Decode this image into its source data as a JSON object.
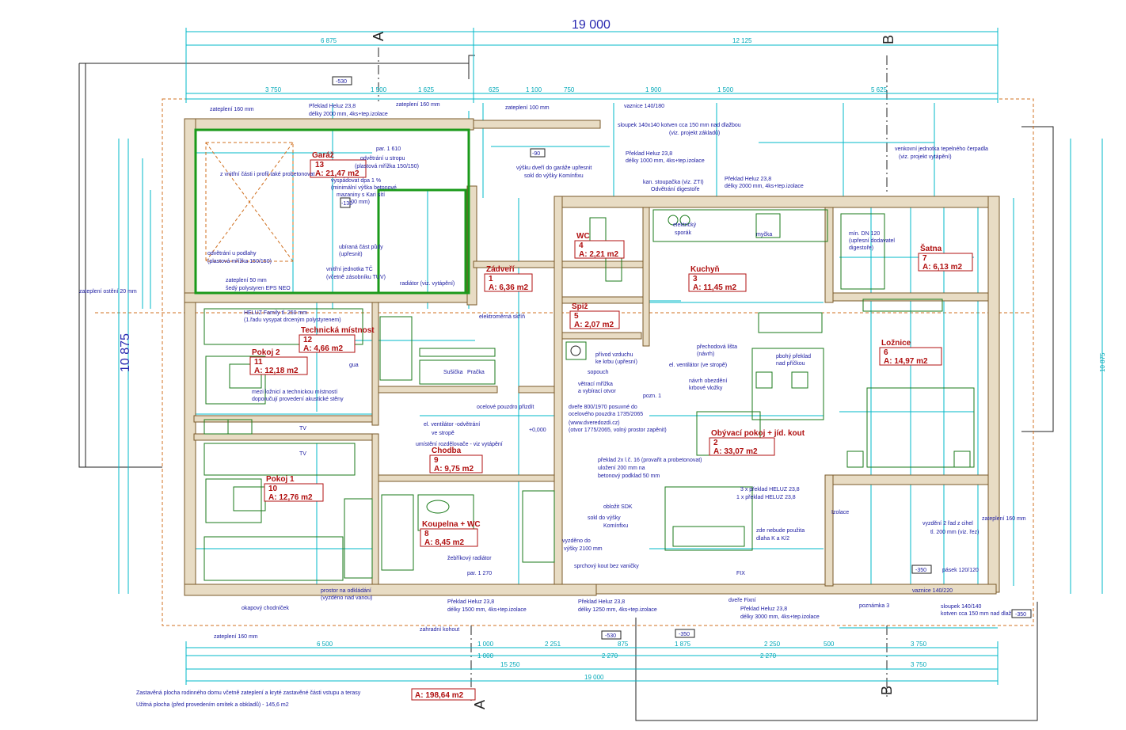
{
  "dims": {
    "total_width_top": "19 000",
    "total_height_left": "10 875",
    "top_segments": [
      "6 875",
      "12 125"
    ],
    "top_row2": [
      "3 750",
      "1 500",
      "1 625",
      "625",
      "1 100",
      "750",
      "1 900",
      "1 500",
      "5 625"
    ],
    "bottom_row1": [
      "6 500",
      "1 000",
      "2 251",
      "875",
      "1 875",
      "2 250",
      "500",
      "3 750"
    ],
    "bottom_row2": [
      "1 000",
      "2 270",
      "2 270"
    ],
    "bottom_row3": [
      "15 250",
      "3 750"
    ],
    "bottom_total": "19 000",
    "right_total": "10 875"
  },
  "section_marks": {
    "a_top": "A",
    "b_top": "B",
    "a_bottom": "A",
    "b_bottom": "B"
  },
  "rooms": [
    {
      "name": "Garáž",
      "num": "13",
      "area": "A: 21,47 m2"
    },
    {
      "name": "Zádveří",
      "num": "1",
      "area": "A: 6,36 m2"
    },
    {
      "name": "WC",
      "num": "4",
      "area": "A: 2,21 m2"
    },
    {
      "name": "Kuchyň",
      "num": "3",
      "area": "A: 11,45 m2"
    },
    {
      "name": "Šatna",
      "num": "7",
      "area": "A: 6,13 m2"
    },
    {
      "name": "Technická místnost",
      "num": "12",
      "area": "A: 4,66 m2"
    },
    {
      "name": "Spíž",
      "num": "5",
      "area": "A: 2,07 m2"
    },
    {
      "name": "Pokoj 2",
      "num": "11",
      "area": "A: 12,18 m2"
    },
    {
      "name": "Ložnice",
      "num": "6",
      "area": "A: 14,97 m2"
    },
    {
      "name": "Obývací pokoj + jíd. kout",
      "num": "2",
      "area": "A: 33,07 m2"
    },
    {
      "name": "Chodba",
      "num": "9",
      "area": "A: 9,75 m2"
    },
    {
      "name": "Pokoj 1",
      "num": "10",
      "area": "A: 12,76 m2"
    },
    {
      "name": "Koupelna + WC",
      "num": "8",
      "area": "A: 8,45 m2"
    }
  ],
  "notes": {
    "n1": "zateplení 160 mm",
    "n2": "Překlad Heluz 23,8",
    "n3": "délky 2000 mm, 4ks+tep.izolace",
    "n4": "zateplení 160 mm",
    "n5": "zateplení 100 mm",
    "n6": "vaznice 140/180",
    "n7": "sloupek 140x140  kotven cca 150 mm nad dlažbou",
    "n8": "(viz. projekt základů)",
    "n9": "venkovní jednotka tepelného čerpadla",
    "n10": "(viz. projekt vytápění)",
    "n11": "odvětrání u stropu",
    "n12": "(plastová mřížka 150/150)",
    "n13": "vyspádovat dpa 1 %",
    "n14": "(minimální výška betonové",
    "n15": "mazaniny s Kari sítí",
    "n16": "je 100 mm)",
    "n17": "z vnitřní části i profil také probetonovat",
    "n18": "odvětrání u podlahy",
    "n19": "(plastová mřížka 150/150)",
    "n20": "zateplení 50 mm",
    "n21": "šedý polystyren EPS NEO",
    "n22": "zateplení ostění 20 mm",
    "n23": "vnitřní jednotka TČ",
    "n24": "(včetně zásobníku TUV)",
    "n25": "HELUZ Family tl. 250 mm",
    "n26": "(1.řadu vysypat drceným polystyrenem)",
    "n27": "mezi ložnicí a technickou místností",
    "n28": "doporučují provedení akustické stěny",
    "n29": "kan. stoupačka (viz. ZTI)",
    "n30": "Odvětrání digestoře",
    "n31": "Překlad Heluz 23,8",
    "n32": "délky 2000 mm, 4ks+tep.izolace",
    "n33": "mín. DN 120",
    "n34": "(upřesní dodavatel",
    "n35": "digestoře)",
    "n36": "přívod vzduchu",
    "n37": "ke krbu (upřesní)",
    "n38": "el. ventilátor  (ve stropě)",
    "n39": "návrh obezdění",
    "n40": "krbové vložky",
    "n41": "přechodová lišta",
    "n42": "(návrh)",
    "n43": "pbohý překlad",
    "n44": "nad příčkou",
    "n45": "větrací mřížka",
    "n46": "a vybírací otvor",
    "n47": "dveře 800/1970 posuvné do",
    "n48": "ocelového pouzdra 1735/2065",
    "n49": "(www.dveredozdi.cz)",
    "n50": "(otvor 1775/2065, volný prostor zapěnit)",
    "n51": "ocelové pouzdro přizdít",
    "n52": "el. ventilátor -odvětrání",
    "n53": "ve stropě",
    "n54": "umístění rozdělovače - viz vytápění",
    "n55": "překlad 2x l.č. 16 (provařit a probetonovat)",
    "n56": "uložení 200 mm na",
    "n57": "betonový podklad 50 mm",
    "n58": "obložit SDK",
    "n59": "sokl do výšky",
    "n60": "Komínfixu",
    "n61": "vyzděno do",
    "n62": "výšky 2100 mm",
    "n63": "sprchový kout bez vaničky",
    "n64": "žebříkový radiátor",
    "n65": "3 x překlad HELUZ 23,8",
    "n66": "1 x překlad HELUZ 23,8",
    "n67": "zde nebude použita",
    "n68": "dlaha K a K/2",
    "n69": "vyzdění 2 řad z cihel",
    "n70": "tl. 200 mm (viz. řez)",
    "n71": "zateplení 160 mm",
    "n72": "pásek 120/120",
    "n73": "vaznice 140/220",
    "n74": "sloupek 140/140",
    "n75": "kotven cca 150 mm nad dlažbou",
    "n76": "prostor na odkládání",
    "n77": "(vyzděno nad vanou)",
    "n78": "okapový chodníček",
    "n79": "zahradní kohout",
    "n80": "zateplení 160 mm",
    "n81": "Překlad Heluz 23,8",
    "n82": "délky 1500 mm, 4ks+tep.izolace",
    "n83": "Překlad Heluz 23,8",
    "n84": "délky 1250 mm, 4ks+tep.izolace",
    "n85": "dveře Fixní",
    "n86": "Překlad Heluz 23,8",
    "n87": "délky 3000 mm, 4ks+tep.izolace",
    "n88": "poznámka 3",
    "n89": "Překlad Heluz 23,8",
    "n90": "délky 1000 mm, 4ks+tep.izolace",
    "n91": "radiátor (viz. vytápění)",
    "n92": "elektrický",
    "n93": "sporák",
    "n94": "myčka",
    "n95": "sopouch",
    "n96": "gua",
    "n97": "Sušička",
    "n98": "Pračka",
    "n99": "elektroměrná skříň",
    "n100": "Izolace",
    "n101": "pozn. 1",
    "n102": "par. 1 270",
    "n103": "par. 1 610",
    "n104": "FIX",
    "n105": "TV",
    "n106": "TV",
    "n107": "+0,000",
    "n108": "ubíraná část půdy",
    "n109": "(upřesnit)",
    "n110": "výšku dveří do garáže upřesnit",
    "n111": "sokl do výšky Komínfixu"
  },
  "footer": {
    "line1": "Zastavěná plocha rodinného domu včetně zateplení a kryté zastavěné části vstupu a terasy",
    "line2": "Užitná plocha (před provedením omítek a obkladů) - 145,6 m2",
    "area_total": "A: 198,64 m2"
  },
  "tags": {
    "t530a": "-530",
    "t530b": "-530",
    "t350a": "-350",
    "t350b": "-350",
    "t350c": "-350",
    "t90": "-90",
    "t130": "-130"
  }
}
